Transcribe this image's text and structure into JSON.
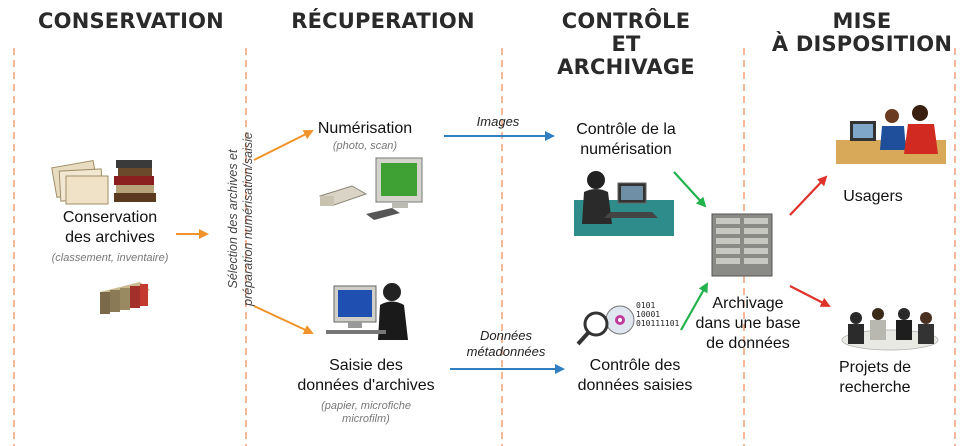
{
  "headers": {
    "conservation": "CONSERVATION",
    "recuperation": "RÉCUPERATION",
    "controle_line1": "CONTRÔLE",
    "controle_line2": "ET",
    "controle_line3": "ARCHIVAGE",
    "mise_line1": "MISE",
    "mise_line2": "À DISPOSITION"
  },
  "nodes": {
    "conservation": {
      "line1": "Conservation",
      "line2": "des archives",
      "sub": "(classement, inventaire)"
    },
    "selection": {
      "line1": "Sélection des archives et",
      "line2": "préparation numérisation/saisie"
    },
    "numerisation": {
      "line1": "Numérisation",
      "sub": "(photo, scan)"
    },
    "saisie": {
      "line1": "Saisie des",
      "line2": "données d'archives",
      "sub1": "(papier, microfiche",
      "sub2": "microfilm)"
    },
    "controle_num": {
      "line1": "Contrôle de la",
      "line2": "numérisation"
    },
    "controle_saisie": {
      "line1": "Contrôle des",
      "line2": "données saisies"
    },
    "archivage": {
      "line1": "Archivage",
      "line2": "dans une base",
      "line3": "de données"
    },
    "usagers": {
      "line1": "Usagers"
    },
    "projets": {
      "line1": "Projets de",
      "line2": "recherche"
    }
  },
  "arrow_labels": {
    "images": "Images",
    "donnees_line1": "Données",
    "donnees_line2": "métadonnées",
    "binary_line1": "0101",
    "binary_line2": "10001",
    "binary_line3": "010111101"
  },
  "colors": {
    "orange": "#f0932b",
    "blue": "#2f7fc1",
    "green": "#22b24c",
    "red": "#e0322b",
    "divider": "#f3a07a",
    "header": "#2a2a2a"
  }
}
